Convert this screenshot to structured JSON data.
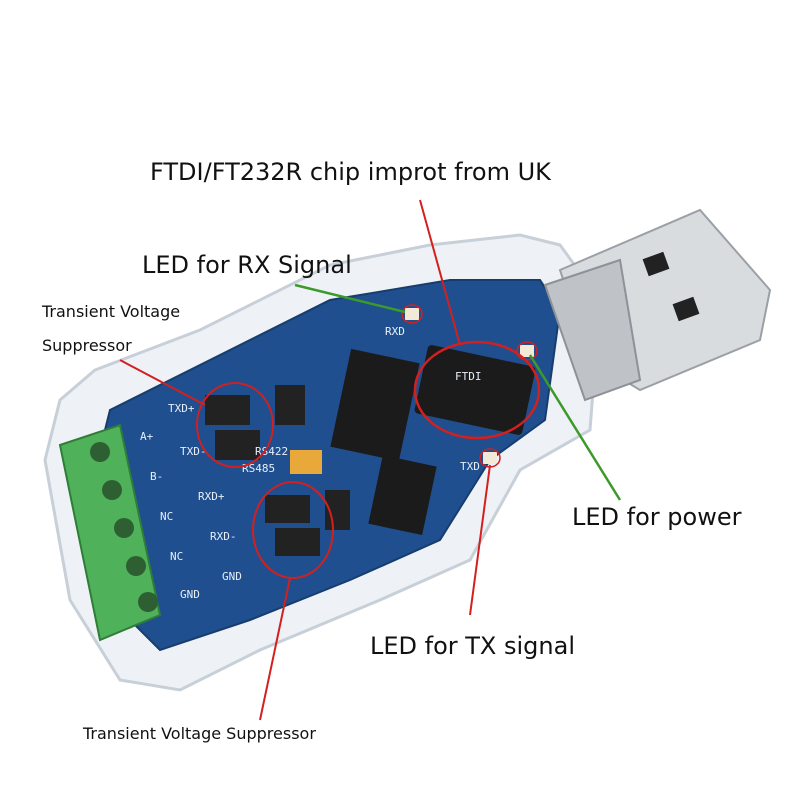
{
  "annotations": {
    "ftdi_chip": "FTDI/FT232R chip improt from UK",
    "rx_led": "LED for RX Signal",
    "tvs_top_line1": "Transient Voltage",
    "tvs_top_line2": "Suppressor",
    "power_led": "LED for power",
    "tx_led": "LED for TX signal",
    "tvs_bottom": "Transient Voltage Suppressor"
  },
  "board_silkscreen": {
    "rxd": "RXD",
    "txd": "TXD",
    "chip_brand": "FTDI",
    "mode_rs422": "RS422",
    "mode_rs485": "RS485",
    "pins_a": [
      "A+",
      "B-",
      "NC",
      "NC",
      "GND"
    ],
    "pins_b": [
      "TXD+",
      "TXD-",
      "RXD+",
      "RXD-",
      "GND"
    ]
  },
  "colors": {
    "pcb": "#1f4f8f",
    "terminal_block": "#4fb25a",
    "usb_connector": "#c9c9c9",
    "callout_circle": "#d3201f",
    "leader_line_green": "#3c9a2a"
  }
}
